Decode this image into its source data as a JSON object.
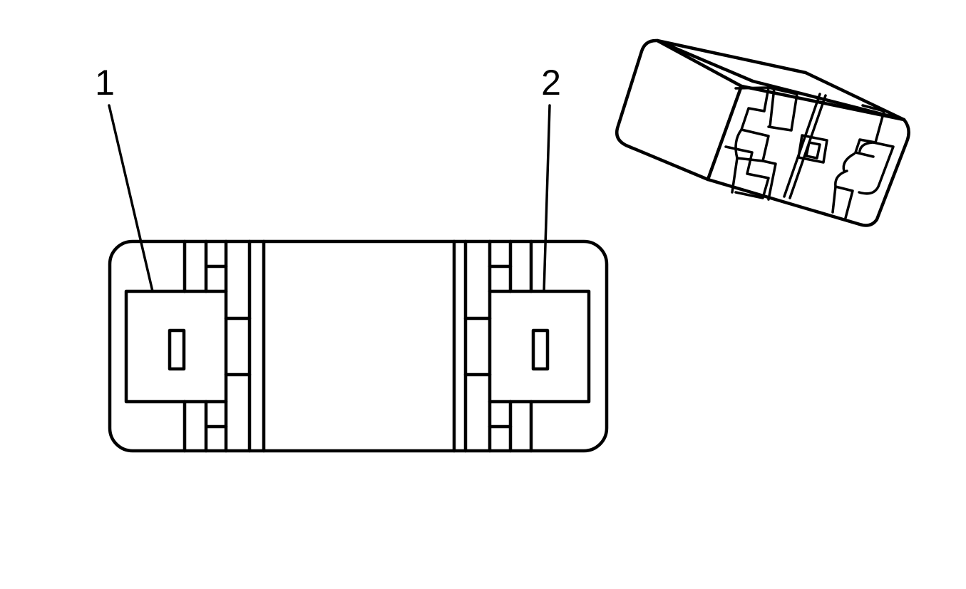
{
  "diagram": {
    "callouts": [
      {
        "id": "1",
        "text": "1"
      },
      {
        "id": "2",
        "text": "2"
      }
    ],
    "colors": {
      "stroke": "#000000",
      "background": "#ffffff"
    }
  }
}
